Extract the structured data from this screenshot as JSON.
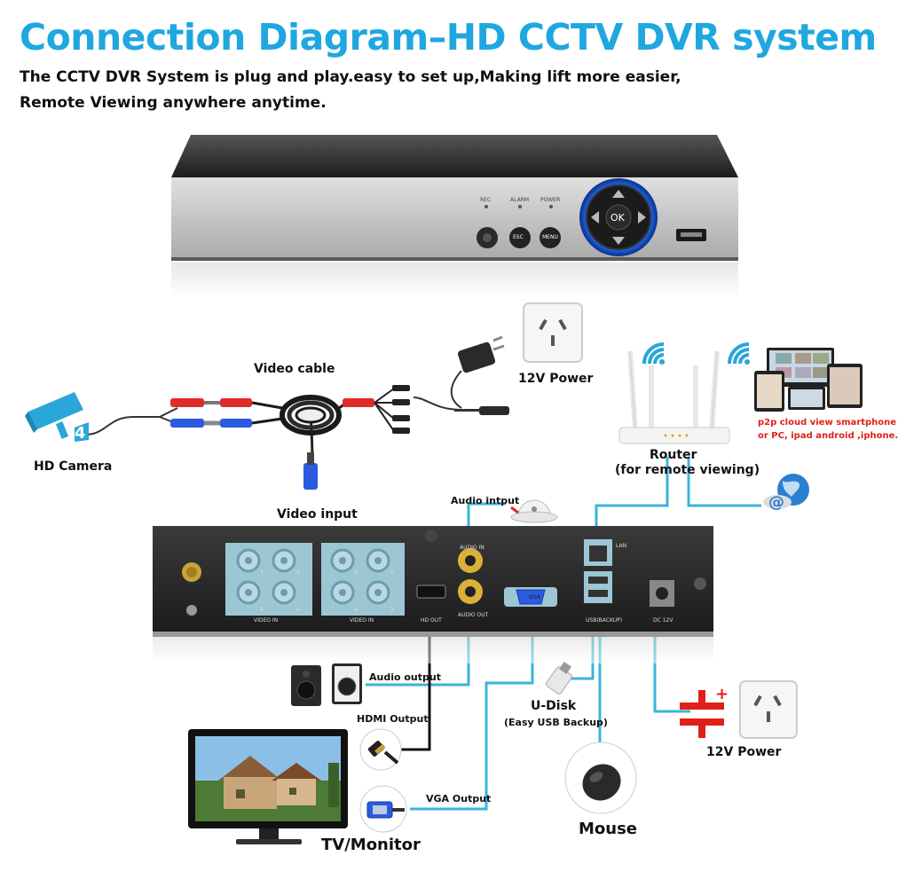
{
  "title": "Connection Diagram–HD CCTV DVR system",
  "subtitle_line1": "The CCTV DVR System is plug and play.easy to set up,Making lift more easier,",
  "subtitle_line2": "Remote Viewing anywhere anytime.",
  "labels": {
    "video_cable": "Video cable",
    "hd_camera": "HD Camera",
    "video_input": "Video input",
    "power_top": "12V Power",
    "router": "Router",
    "router_sub": "(for remote viewing)",
    "p2p_line1": "p2p cloud  view smartphone",
    "p2p_line2": "or PC, ipad android ,iphone.",
    "audio_input": "Audio intput",
    "audio_output": "Audio output",
    "hdmi_output": "HDMI Output",
    "vga_output": "VGA Output",
    "tv_monitor": "TV/Monitor",
    "udisk": "U-Disk",
    "udisk_sub": "(Easy USB Backup)",
    "mouse": "Mouse",
    "power_bottom": "12V Power"
  },
  "dvr_front": {
    "led_rec": "REC",
    "led_alarm": "ALARM",
    "led_power": "POWER",
    "btn_esc": "ESC",
    "btn_menu": "MENU",
    "btn_ok": "OK"
  },
  "dvr_back": {
    "video_in_left": "VIDEO IN",
    "video_in_right": "VIDEO IN",
    "audio_in": "AUDIO IN",
    "audio_out": "AUDIO OUT",
    "hdmi_out": "HD OUT",
    "vga": "VGA",
    "lan": "LAN",
    "usb": "USB(BACKUP)",
    "dc": "DC 12V",
    "bnc_numbers_left": [
      "7",
      "5",
      "8",
      "6"
    ],
    "bnc_numbers_right": [
      "3",
      "1",
      "4",
      "2"
    ]
  },
  "colors": {
    "title": "#1fa7e0",
    "wire": "#3bb4d8",
    "dvr_body": "#2b2b2b",
    "dvr_face": "#c8c8c8",
    "bnc_panel": "#9cc6d4",
    "power_red": "#e0201a"
  },
  "icons": [
    "camera-icon",
    "power-adapter-icon",
    "wall-socket-icon",
    "router-icon",
    "wifi-icon",
    "globe-icon",
    "dome-microphone-icon",
    "speakers-icon",
    "hdmi-plug-icon",
    "vga-plug-icon",
    "monitor-icon",
    "usb-disk-icon",
    "mouse-icon",
    "dc-polarity-icon"
  ]
}
